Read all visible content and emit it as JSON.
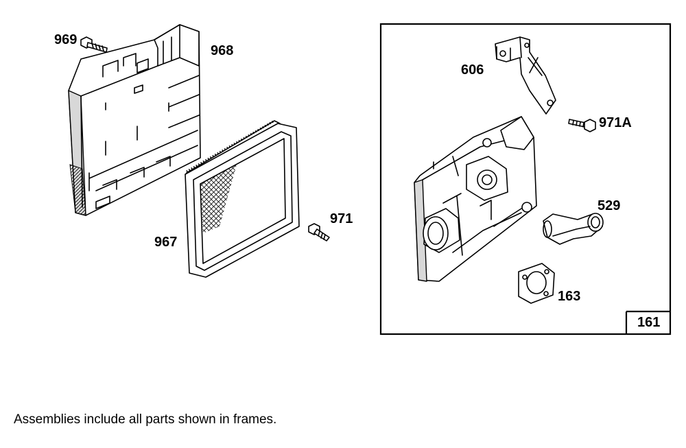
{
  "parts": {
    "p969": "969",
    "p968": "968",
    "p967": "967",
    "p971": "971",
    "p606": "606",
    "p971a": "971A",
    "p529": "529",
    "p163": "163"
  },
  "frame": {
    "assembly_number": "161"
  },
  "footnote": "Assemblies include all parts shown in frames."
}
